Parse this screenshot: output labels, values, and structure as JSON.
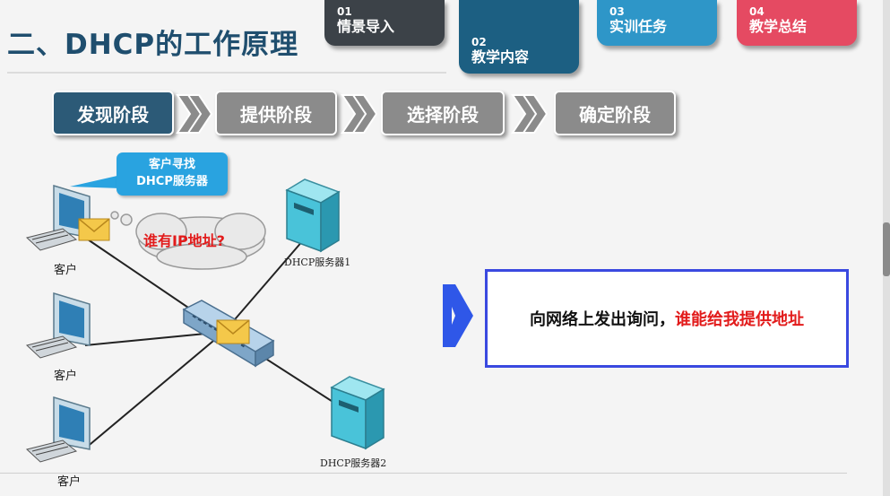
{
  "page": {
    "title": "二、DHCP的工作原理"
  },
  "nav": [
    {
      "num": "01",
      "label": "情景导入",
      "color": "#3c4248"
    },
    {
      "num": "02",
      "label": "教学内容",
      "color": "#1c5f82"
    },
    {
      "num": "03",
      "label": "实训任务",
      "color": "#2e96c8"
    },
    {
      "num": "04",
      "label": "教学总结",
      "color": "#e54a62"
    }
  ],
  "stages": [
    {
      "label": "发现阶段",
      "state": "active"
    },
    {
      "label": "提供阶段",
      "state": "inactive"
    },
    {
      "label": "选择阶段",
      "state": "inactive"
    },
    {
      "label": "确定阶段",
      "state": "inactive"
    }
  ],
  "diagram": {
    "callout": {
      "line1": "客户寻找",
      "line2": "DHCP服务器"
    },
    "cloud_text": "谁有IP地址?",
    "clients": [
      "客户",
      "客户",
      "客户"
    ],
    "servers": [
      "DHCP服务器1",
      "DHCP服务器2"
    ]
  },
  "message": {
    "prefix": "向网络上发出询问，",
    "highlight": "谁能给我提供地址"
  },
  "colors": {
    "active_stage": "#2c5a77",
    "inactive_stage": "#8b8b8b",
    "highlight": "#e21b1b",
    "box_border": "#3a49e0"
  }
}
